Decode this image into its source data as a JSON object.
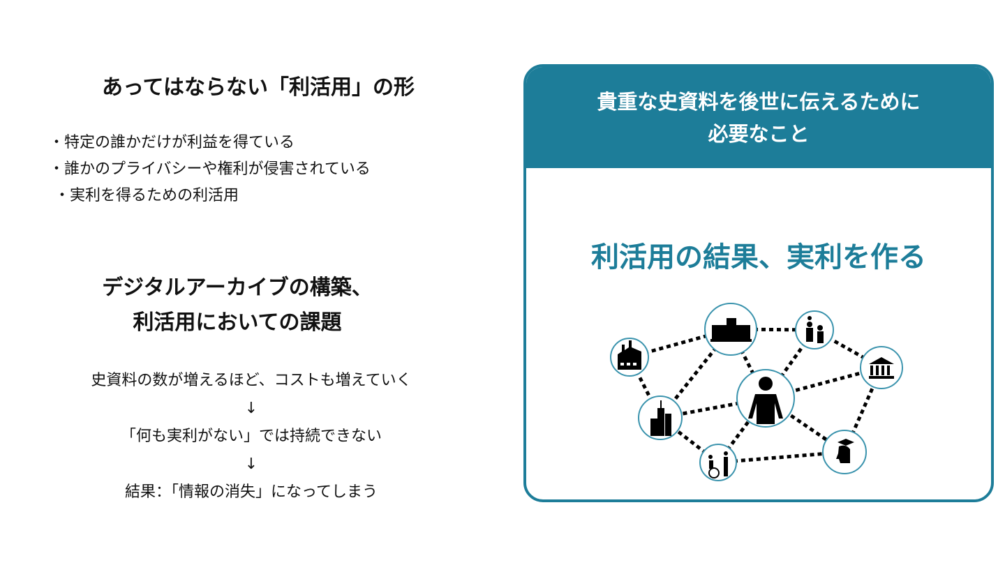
{
  "left": {
    "heading1": "あってはならない「利活用」の形",
    "bullets": [
      "・特定の誰かだけが利益を得ている",
      "・誰かのプライバシーや権利が侵害されている",
      "・実利を得るための利活用"
    ],
    "heading2_line1": "デジタルアーカイブの構築、",
    "heading2_line2": "利活用においての課題",
    "flow": [
      "史資料の数が増えるほど、コストも増えていく",
      "↓",
      "「何も実利がない」では持続できない",
      "↓",
      "結果：「情報の消失」になってしまう"
    ]
  },
  "card": {
    "header_line1": "貴重な史資料を後世に伝えるために",
    "header_line2": "必要なこと",
    "title": "利活用の結果、実利を作る",
    "accent": "#1d7d99"
  },
  "network": {
    "nodes": [
      "factory-icon",
      "school-icon",
      "family-icon",
      "museum-icon",
      "person-icon",
      "city-icon",
      "wheelchair-icon",
      "graduate-icon"
    ]
  }
}
